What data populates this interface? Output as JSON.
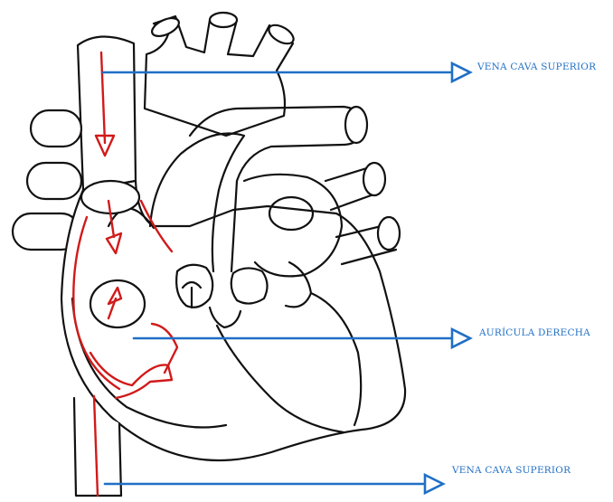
{
  "diagram": {
    "labels": [
      {
        "id": "label-top",
        "text": "VENA CAVA SUPERIOR"
      },
      {
        "id": "label-middle",
        "text": "AURÍCULA DERECHA"
      },
      {
        "id": "label-bottom",
        "text": "VENA CAVA SUPERIOR"
      }
    ],
    "colors": {
      "outline": "#111111",
      "flow": "#d11a1a",
      "pointer": "#1f6fc6",
      "background": "#ffffff"
    }
  }
}
